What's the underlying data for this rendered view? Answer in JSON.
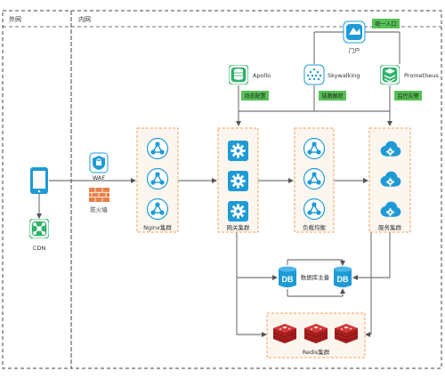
{
  "zones": {
    "outer": "外网",
    "inner": "内网"
  },
  "nodes": {
    "cdn": "CDN",
    "waf": "WAF",
    "firewall": "防火墙",
    "apollo": "Apollo",
    "skywalking": "Skywalking",
    "prometheus": "Prometheus",
    "portal": "门户"
  },
  "badges": {
    "portal_entry": "统一入口",
    "dynamic_config": "动态配置",
    "trace": "链路跟踪",
    "monitor_alert": "监控告警"
  },
  "clusters": {
    "nginx": "Nginx集群",
    "gateway": "网关集群",
    "load_balance": "负载均衡",
    "service": "服务集群",
    "redis": "Redis集群"
  },
  "database": {
    "label": "数据库主备",
    "db_icon_text": "DB"
  },
  "colors": {
    "accent_blue": "#1e9bd7",
    "green": "#2fb26a",
    "badge_green": "#55c155",
    "cluster_border": "#f3a35c",
    "cluster_fill": "#fdf6ef",
    "redis_red": "#c92a2a",
    "brick": "#e8804a",
    "line": "#555555"
  },
  "icons": {
    "device": "mobile-phone-icon",
    "cdn": "network-hub-icon",
    "waf": "shield-icon",
    "firewall": "brick-wall-icon",
    "nginx": "network-nodes-icon",
    "gateway": "gear-icon",
    "service": "cloud-gear-icon",
    "db": "database-icon",
    "redis": "redis-cube-icon"
  }
}
